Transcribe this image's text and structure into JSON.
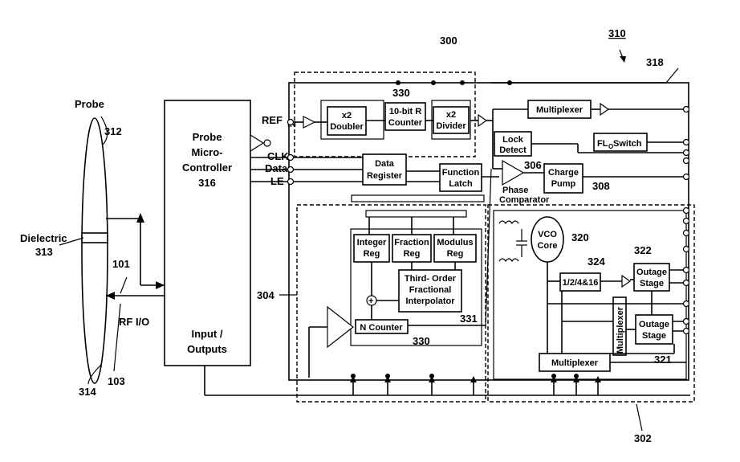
{
  "refs": {
    "r310": "310",
    "r300": "300",
    "r318": "318",
    "r330a": "330",
    "r304": "304",
    "r302": "302",
    "r306": "306",
    "r308": "308",
    "r320": "320",
    "r322": "322",
    "r324": "324",
    "r321": "321",
    "r331": "331",
    "r330b": "330",
    "r312": "312",
    "r313": "313",
    "r316": "316",
    "r101": "101",
    "r103": "103",
    "r314": "314"
  },
  "labels": {
    "probe": "Probe",
    "dielectric": "Dielectric",
    "rf_io": "RF I/O",
    "mc_line1": "Probe",
    "mc_line2": "Micro-",
    "mc_line3": "Controller",
    "io_line1": "Input /",
    "io_line2": "Outputs",
    "ref_in": "REF",
    "ref_in_sub": "IN",
    "clk": "CLK",
    "data": "Data",
    "le": "LE",
    "doubler_1": "x2",
    "doubler_2": "Doubler",
    "rcounter_1": "10-bit R",
    "rcounter_2": "Counter",
    "divider_1": "x2",
    "divider_2": "Divider",
    "datareg_1": "Data",
    "datareg_2": "Register",
    "funclatch_1": "Function",
    "funclatch_2": "Latch",
    "multiplexer": "Multiplexer",
    "lock_1": "Lock",
    "lock_2": "Detect",
    "flo_switch_main": "FL",
    "flo_switch_sub": "O",
    "flo_switch_rest": " Switch",
    "chargepump_1": "Charge",
    "chargepump_2": "Pump",
    "phase_1": "Phase",
    "phase_2": "Comparator",
    "integer_1": "Integer",
    "integer_2": "Reg",
    "fraction_1": "Fraction",
    "fraction_2": "Reg",
    "modulus_1": "Modulus",
    "modulus_2": "Reg",
    "third_1": "Third- Order",
    "third_2": "Fractional",
    "third_3": "Interpolator",
    "ncounter": "N Counter",
    "vco_1": "VCO",
    "vco_2": "Core",
    "div1248": "1/2/4&16",
    "outage1_1": "Outage",
    "outage1_2": "Stage",
    "outage2_1": "Outage",
    "outage2_2": "Stage",
    "mux_vert": "Multiplexer",
    "mux_bottom": "Multiplexer",
    "plus": "+"
  }
}
